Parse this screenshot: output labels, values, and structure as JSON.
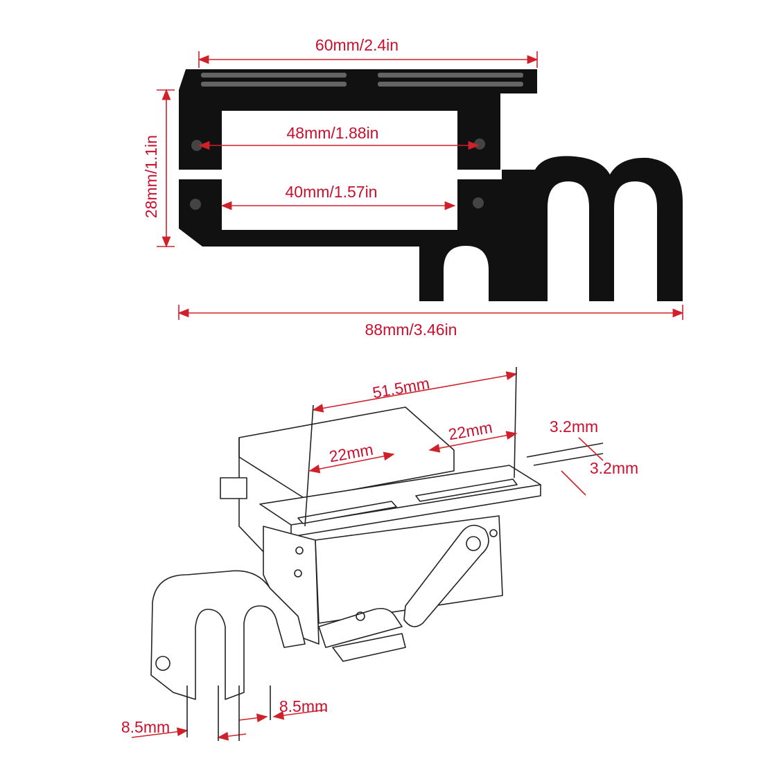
{
  "colors": {
    "dimension": "#c8102e",
    "part": "#111111",
    "background": "#ffffff"
  },
  "photo_dimensions": {
    "top_width": "60mm/2.4in",
    "hole_spacing_outer": "48mm/1.88in",
    "hole_spacing_inner": "40mm/1.57in",
    "height": "28mm/1.1in",
    "total_length": "88mm/3.46in"
  },
  "drawing_dimensions": {
    "slot_span": "51.5mm",
    "slot_left_length": "22mm",
    "slot_right_length": "22mm",
    "slot_width_1": "3.2mm",
    "slot_width_2": "3.2mm",
    "clevis_left_gap": "8.5mm",
    "clevis_right_gap": "8.5mm"
  }
}
